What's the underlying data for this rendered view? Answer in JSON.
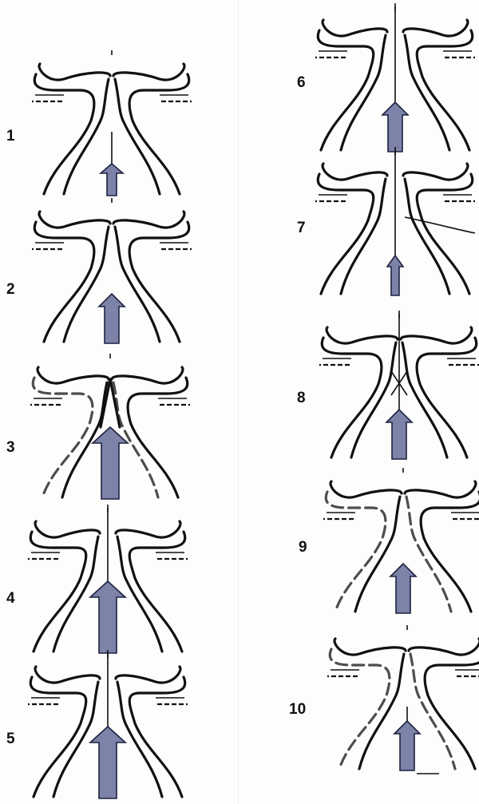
{
  "panels": [
    {
      "label": "1",
      "arrow": "small",
      "stem": "low",
      "open": false,
      "broken": false,
      "extra": "none"
    },
    {
      "label": "2",
      "arrow": "medium",
      "stem": "none",
      "open": false,
      "broken": false,
      "extra": "none"
    },
    {
      "label": "3",
      "arrow": "large",
      "stem": "none",
      "open": false,
      "broken": true,
      "extra": "wedge"
    },
    {
      "label": "4",
      "arrow": "large",
      "stem": "full",
      "open": true,
      "broken": false,
      "extra": "none"
    },
    {
      "label": "5",
      "arrow": "large",
      "stem": "full",
      "open": true,
      "broken": false,
      "extra": "none"
    },
    {
      "label": "6",
      "arrow": "medium",
      "stem": "full",
      "open": true,
      "broken": false,
      "extra": "none"
    },
    {
      "label": "7",
      "arrow": "thin",
      "stem": "full",
      "open": true,
      "broken": false,
      "extra": "side-line"
    },
    {
      "label": "8",
      "arrow": "medium",
      "stem": "full",
      "open": false,
      "broken": false,
      "extra": "cross"
    },
    {
      "label": "9",
      "arrow": "medium",
      "stem": "none",
      "open": false,
      "broken": true,
      "extra": "none"
    },
    {
      "label": "10",
      "arrow": "medium",
      "stem": "low",
      "open": false,
      "broken": true,
      "extra": "base"
    }
  ]
}
